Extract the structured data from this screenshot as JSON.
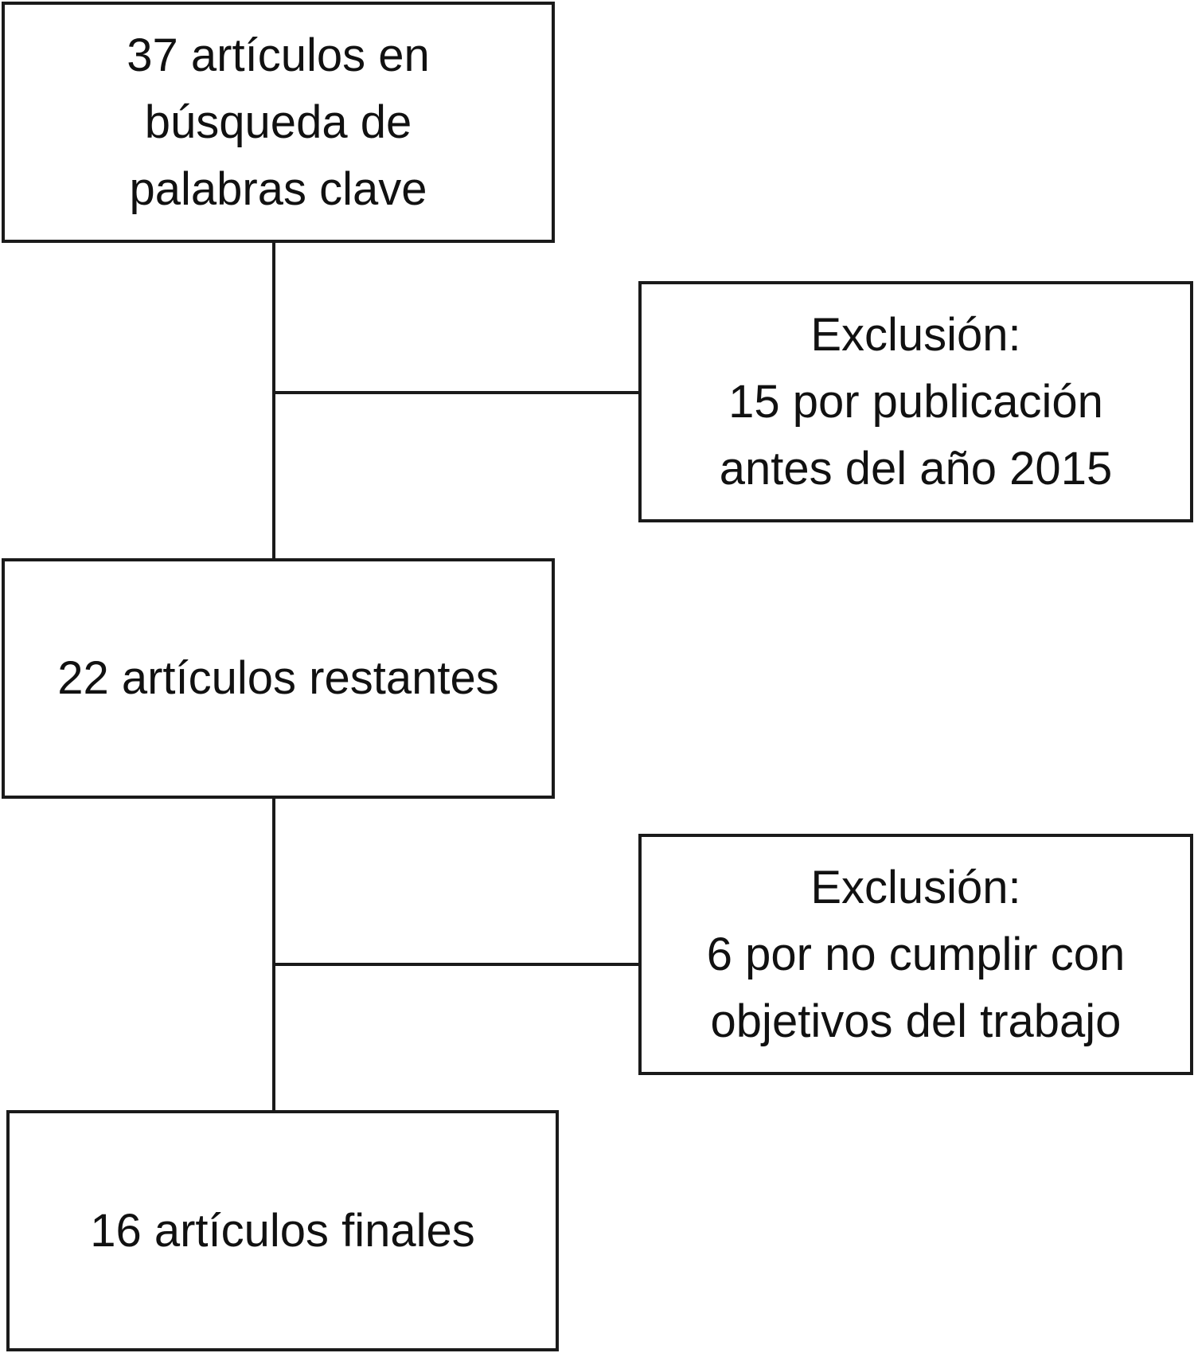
{
  "flowchart": {
    "search_box": {
      "lines": [
        "37 artículos en",
        "búsqueda de",
        "palabras clave"
      ]
    },
    "exclusion_1": {
      "lines": [
        "Exclusión:",
        "15 por publicación",
        "antes del año 2015"
      ]
    },
    "remaining_box": {
      "lines": [
        "22 artículos restantes"
      ]
    },
    "exclusion_2": {
      "lines": [
        "Exclusión:",
        "6 por no cumplir con",
        "objetivos del trabajo"
      ]
    },
    "final_box": {
      "lines": [
        "16 artículos finales"
      ]
    }
  }
}
